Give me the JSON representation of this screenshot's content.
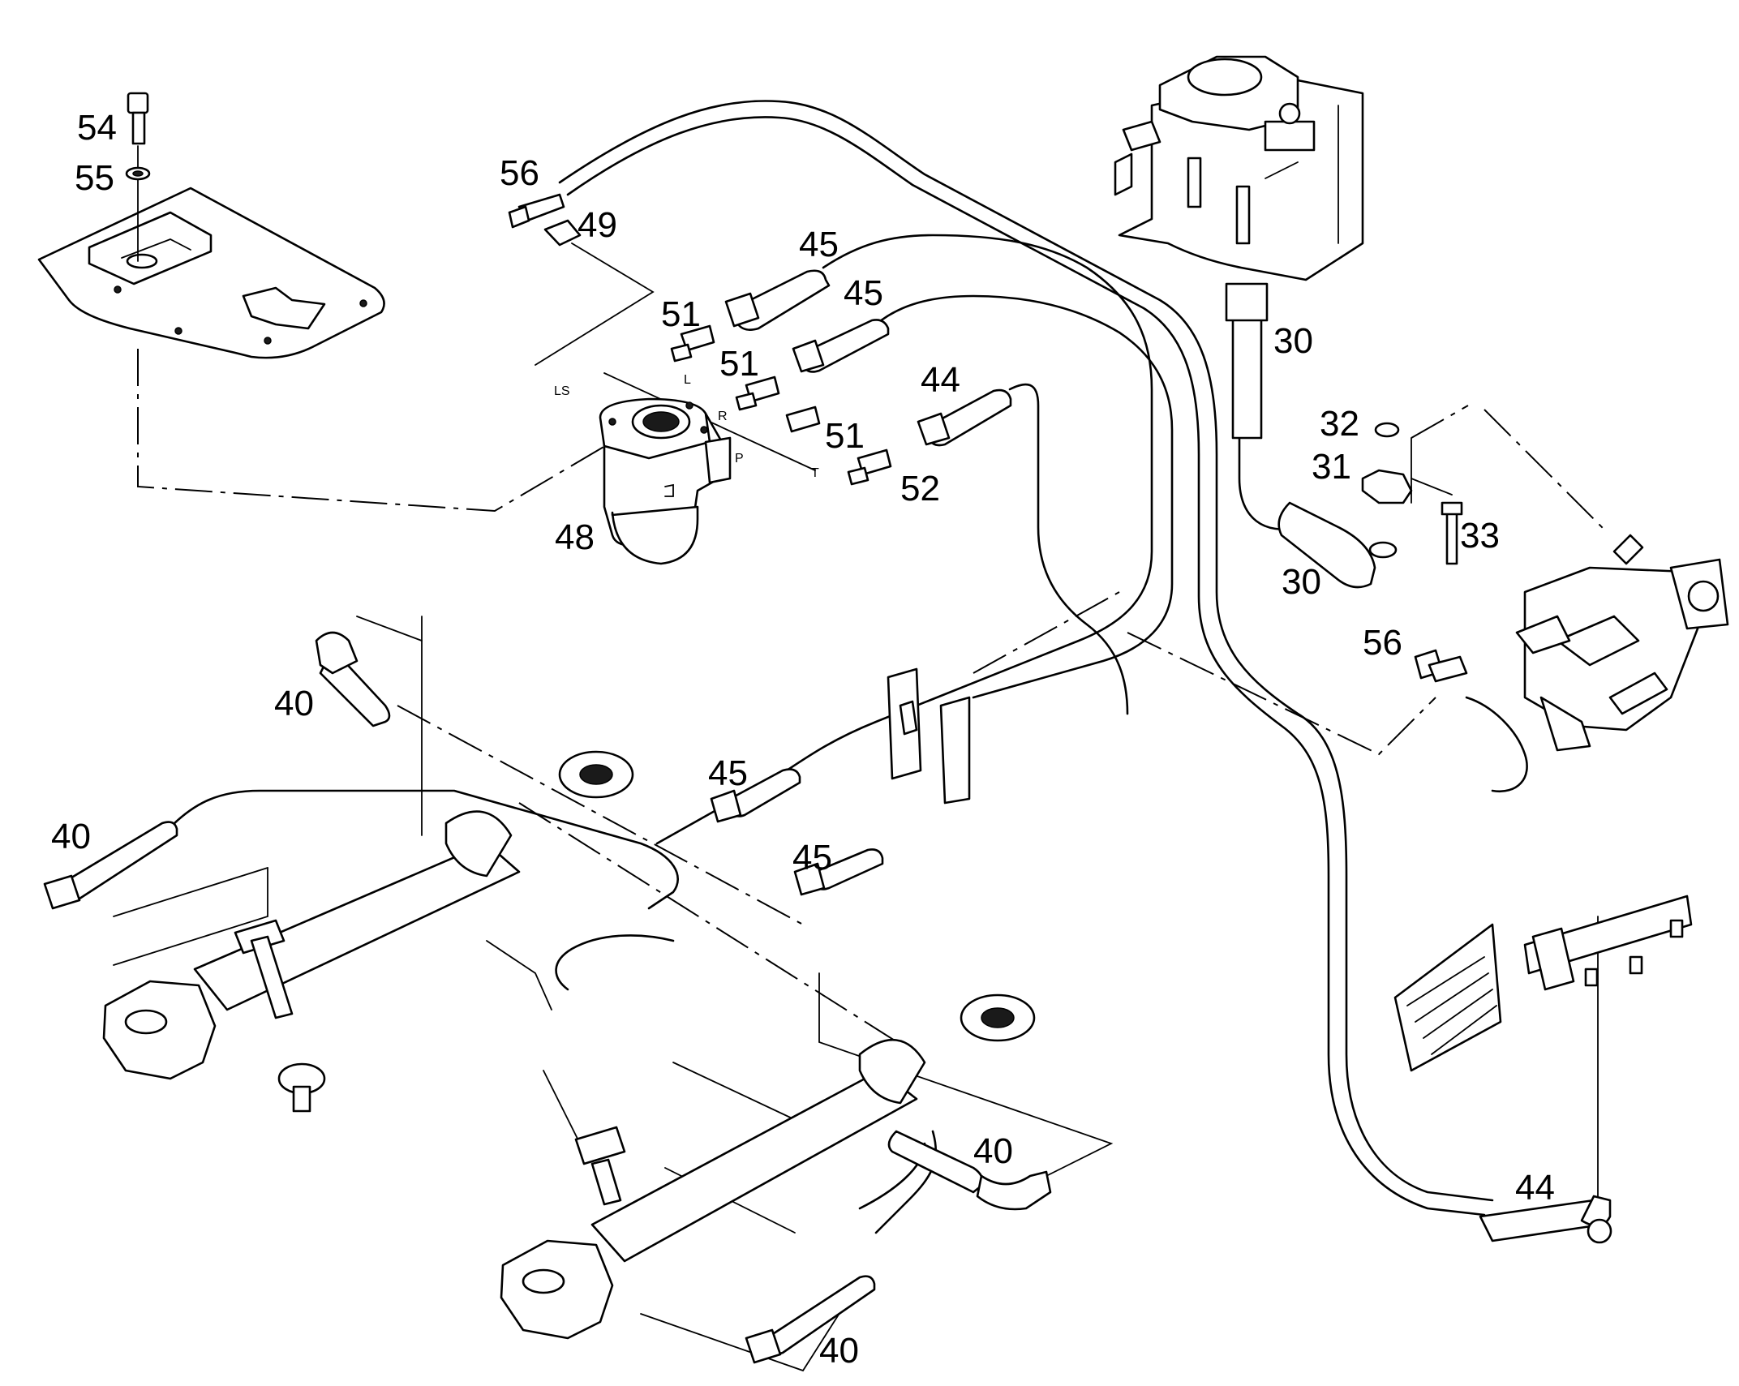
{
  "callouts": {
    "c54": "54",
    "c55": "55",
    "c56a": "56",
    "c49": "49",
    "c45a": "45",
    "c45b": "45",
    "c51a": "51",
    "c51b": "51",
    "c51c": "51",
    "c44a": "44",
    "c52": "52",
    "c48": "48",
    "c30a": "30",
    "c30b": "30",
    "c32": "32",
    "c31": "31",
    "c33": "33",
    "c56b": "56",
    "c40a": "40",
    "c40b": "40",
    "c40c": "40",
    "c40d": "40",
    "c45c": "45",
    "c45d": "45",
    "c44b": "44"
  },
  "ports": {
    "ls": "LS",
    "l": "L",
    "r": "R",
    "p": "P",
    "t": "T"
  },
  "icons": [
    "bolt-icon",
    "washer-icon",
    "steering-unit-icon",
    "hydraulic-cylinder-icon",
    "hose-icon",
    "fitting-icon",
    "pump-icon",
    "valve-block-icon",
    "mounting-plate-icon",
    "clamp-bracket-icon"
  ]
}
